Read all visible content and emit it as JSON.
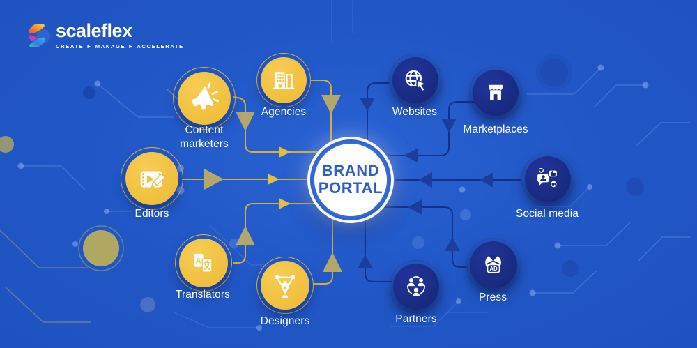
{
  "logo": {
    "name": "scaleflex",
    "tagline": "CREATE ► MANAGE ► ACCELERATE"
  },
  "center": {
    "line1": "BRAND",
    "line2": "PORTAL"
  },
  "nodes": [
    {
      "label": "Content marketers",
      "icon": "megaphone-icon",
      "side": "left"
    },
    {
      "label": "Agencies",
      "icon": "office-building-icon",
      "side": "left"
    },
    {
      "label": "Editors",
      "icon": "video-editing-icon",
      "side": "left"
    },
    {
      "label": "Translators",
      "icon": "translation-icon",
      "side": "left"
    },
    {
      "label": "Designers",
      "icon": "pen-tool-icon",
      "side": "left"
    },
    {
      "label": "Websites",
      "icon": "globe-cursor-icon",
      "side": "right"
    },
    {
      "label": "Marketplaces",
      "icon": "storefront-icon",
      "side": "right"
    },
    {
      "label": "Social media",
      "icon": "social-engagement-icon",
      "side": "right"
    },
    {
      "label": "Press",
      "icon": "ad-globe-icon",
      "side": "right"
    },
    {
      "label": "Partners",
      "icon": "people-network-icon",
      "side": "right"
    }
  ],
  "icon_text": {
    "press_badge": "AD",
    "translator_letter": "A"
  },
  "colors": {
    "background": "#2157c6",
    "left_node": "#f3c544",
    "left_ring": "#d8b84e",
    "left_line": "#d7ab3c",
    "left_arrow_large": "#b5a76a",
    "left_arrow_small": "#e3bc42",
    "right_node": "#1b2d85",
    "right_ring": "#2a4dae",
    "right_line": "#14308a",
    "right_arrow": "#1d3d9e",
    "center_text": "#2b5ec7",
    "label_text": "#ffffff"
  }
}
